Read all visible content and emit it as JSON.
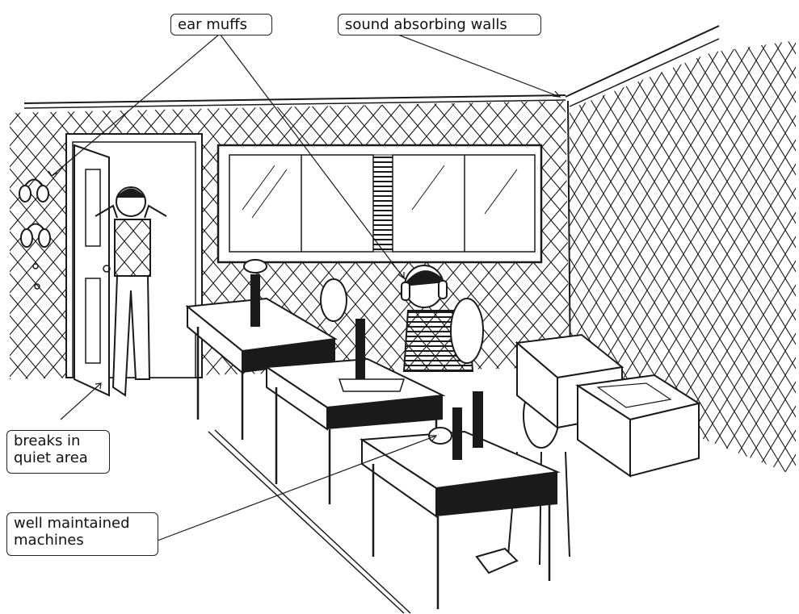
{
  "labels": {
    "ear_muffs": "ear muffs",
    "sound_absorbing_walls": "sound absorbing walls",
    "breaks_quiet_area": [
      "breaks in",
      "quiet area"
    ],
    "well_maintained_machines": [
      "well maintained",
      "machines"
    ]
  },
  "colors": {
    "ink": "#1a1a1a",
    "paper": "#ffffff",
    "label_border": "#222222"
  },
  "icons": [
    "ear-muff-icon",
    "ear-muff-icon"
  ]
}
